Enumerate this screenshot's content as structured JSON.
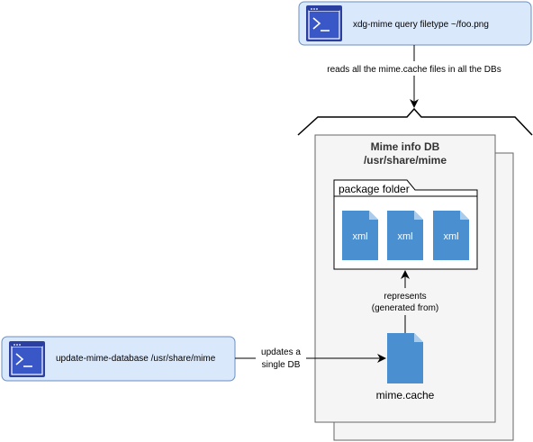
{
  "top_command": {
    "text": "xdg-mime query filetype ~/foo.png",
    "icon": "terminal-icon"
  },
  "bottom_command": {
    "text": "update-mime-database /usr/share/mime",
    "icon": "terminal-icon"
  },
  "edges": {
    "reads_label": "reads all the mime.cache files in all the DBs",
    "updates_label_line1": "updates a",
    "updates_label_line2": "single DB",
    "represents_line1": "represents",
    "represents_line2": "(generated from)"
  },
  "db": {
    "title_line1": "Mime info DB",
    "title_line2": "/usr/share/mime"
  },
  "package_folder": {
    "label": "package folder",
    "files": [
      "xml",
      "xml",
      "xml"
    ]
  },
  "cache_file": {
    "label": "mime.cache"
  },
  "colors": {
    "command_fill": "#dae8fc",
    "command_stroke": "#6c8ebf",
    "terminal_icon": "#2b3fa0",
    "file_icon": "#4a90d0",
    "db_fill": "#f5f5f5",
    "db_stroke": "#666666"
  }
}
